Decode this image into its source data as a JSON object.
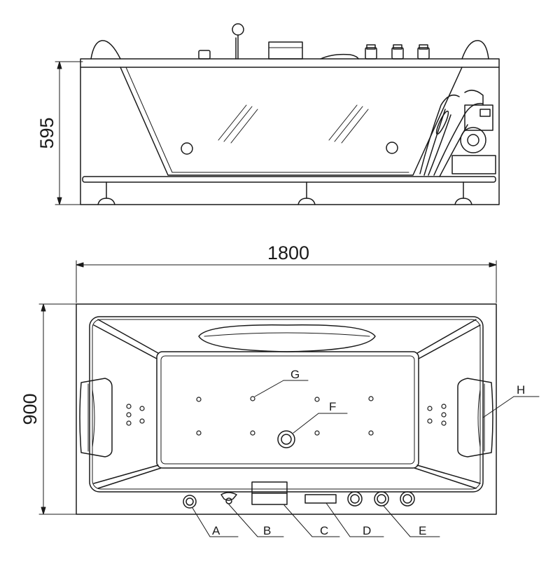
{
  "dimensions": {
    "height_side": "595",
    "length": "1800",
    "width_top": "900"
  },
  "labels": {
    "a": "A",
    "b": "B",
    "c": "C",
    "d": "D",
    "e": "E",
    "f": "F",
    "g": "G",
    "h": "H"
  },
  "colors": {
    "line": "#1a1a1a",
    "background": "#ffffff"
  }
}
